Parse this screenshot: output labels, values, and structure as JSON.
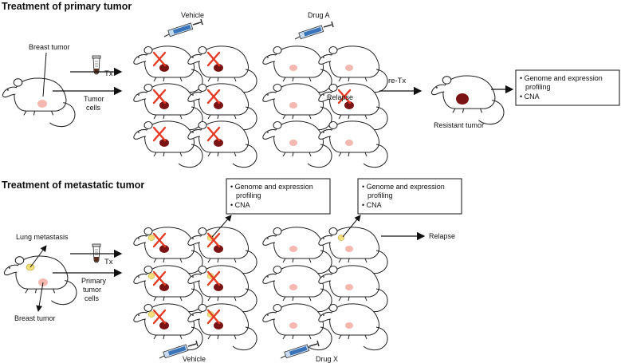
{
  "sections": {
    "primary": {
      "title": "Treatment of primary tumor",
      "source_label": "Breast tumor",
      "tx_label": "Tx",
      "cells_line1": "Tumor",
      "cells_line2": "cells",
      "vehicle_label": "Vehicle",
      "drug_label": "Drug A",
      "relapse_label": "Relapse",
      "retx_label": "re-Tx",
      "resistant_label": "Resistant tumor",
      "profiling_box": {
        "line1": "• Genome and expression",
        "line2": "profiling",
        "line3": "• CNA"
      }
    },
    "metastatic": {
      "title": "Treatment of metastatic tumor",
      "lung_label": "Lung metastasis",
      "breast_label": "Breast tumor",
      "tx_label": "Tx",
      "cells_line1": "Primary",
      "cells_line2": "tumor",
      "cells_line3": "cells",
      "vehicle_label": "Vehicle",
      "drug_label": "Drug X",
      "relapse_label": "Relapse",
      "profiling_box_vehicle": {
        "line1": "• Genome and expression",
        "line2": "profiling",
        "line3": "• CNA"
      },
      "profiling_box_drug": {
        "line1": "• Genome and expression",
        "line2": "profiling",
        "line3": "• CNA"
      }
    }
  },
  "colors": {
    "tumor_dark": "#7a1414",
    "tumor_light": "#f4b8b0",
    "metastasis": "#f3e07a",
    "cross": "#e53b24",
    "syringe_body": "#c8dcef",
    "syringe_liquid": "#3a74b8"
  },
  "icons": {
    "mouse": "mouse-icon",
    "syringe": "syringe-icon",
    "tube": "test-tube-icon",
    "cross": "cross-mark-icon"
  }
}
